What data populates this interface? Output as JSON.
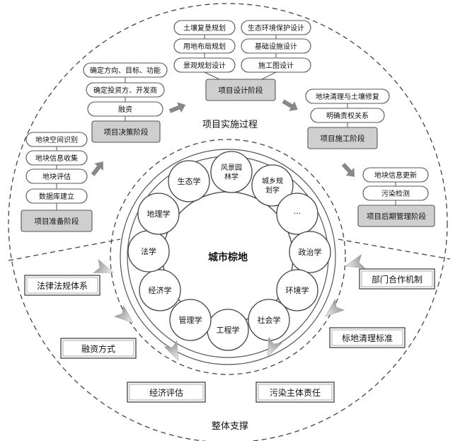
{
  "center": {
    "label": "城市棕地"
  },
  "section_labels": {
    "process": "项目实施过程",
    "support": "整体支撑"
  },
  "disciplines": [
    "风景园林学",
    "城乡规划学",
    "···",
    "政治学",
    "环境学",
    "社会学",
    "工程学",
    "管理学",
    "经济学",
    "法学",
    "地理学",
    "生态学"
  ],
  "stages": [
    {
      "title": "项目准备阶段",
      "items": [
        "地块空间识别",
        "地块信息收集",
        "地块评估",
        "数据库建立"
      ]
    },
    {
      "title": "项目决策阶段",
      "items": [
        "确定方向、目标、功能",
        "确定投资方、开发商",
        "融资"
      ]
    },
    {
      "title": "项目设计阶段",
      "items_left": [
        "土壤复垦规划",
        "用地布局规划",
        "景观规划设计"
      ],
      "items_right": [
        "生态环境保护设计",
        "基础设施设计",
        "施工图设计"
      ]
    },
    {
      "title": "项目施工阶段",
      "items": [
        "地块清理与土壤修复",
        "明确责权关系"
      ]
    },
    {
      "title": "项目后期管理阶段",
      "items": [
        "地块信息更新",
        "污染检测"
      ]
    }
  ],
  "support_items": [
    "法律法规体系",
    "融资方式",
    "经济评估",
    "污染主体责任",
    "标地清理标准",
    "部门合作机制"
  ]
}
